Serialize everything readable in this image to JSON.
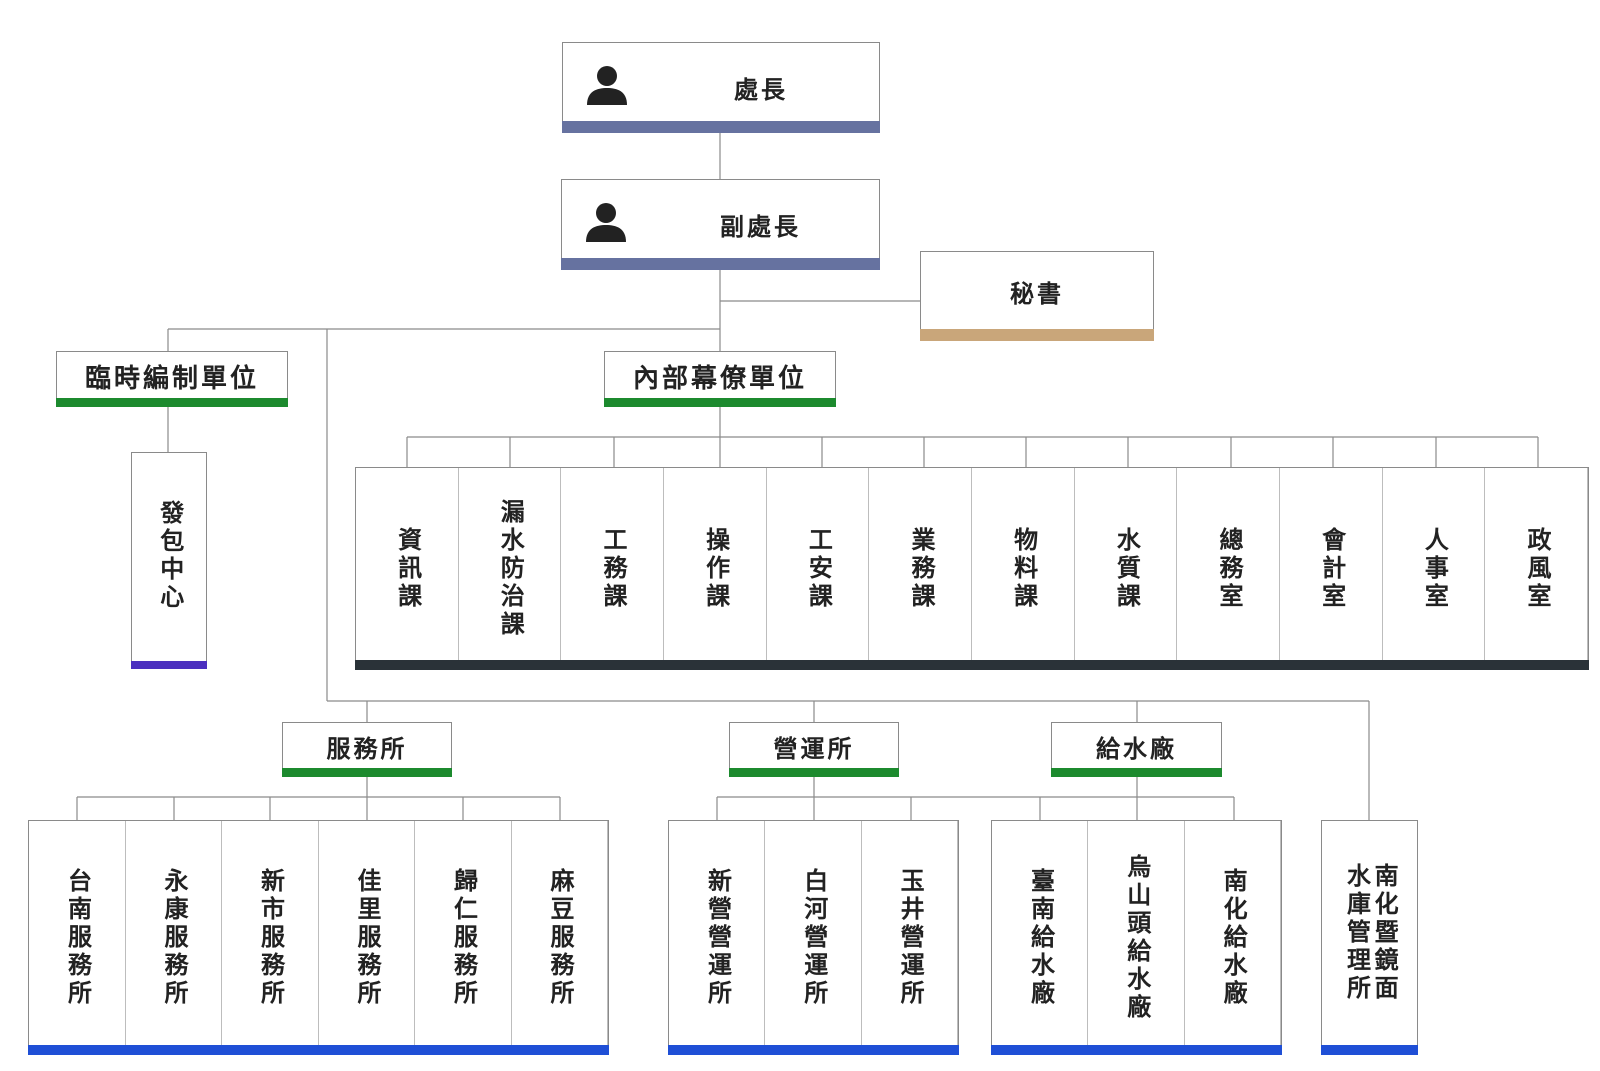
{
  "colors": {
    "head_bar": "#6672a0",
    "secretary_bar": "#c9a67a",
    "group_bar": "#1c8a2e",
    "contract_bar": "#4b2fbf",
    "internal_bar": "#2a3238",
    "branch_bar": "#1f4fd6",
    "line": "#8a8a8a"
  },
  "director": {
    "title": "處長",
    "icon": "person-icon"
  },
  "deputy": {
    "title": "副處長",
    "icon": "person-icon"
  },
  "secretary": {
    "title": "秘書"
  },
  "temp_unit": {
    "title": "臨時編制單位",
    "children": [
      "發包中心"
    ]
  },
  "internal_unit": {
    "title": "內部幕僚單位",
    "children": [
      "資訊課",
      "漏水防治課",
      "工務課",
      "操作課",
      "工安課",
      "業務課",
      "物料課",
      "水質課",
      "總務室",
      "會計室",
      "人事室",
      "政風室"
    ]
  },
  "service_office": {
    "title": "服務所",
    "children": [
      "台南服務所",
      "永康服務所",
      "新市服務所",
      "佳里服務所",
      "歸仁服務所",
      "麻豆服務所"
    ]
  },
  "operation_office": {
    "title": "營運所",
    "children": [
      "新營營運所",
      "白河營運所",
      "玉井營運所"
    ]
  },
  "water_plant": {
    "title": "給水廠",
    "children": [
      "臺南給水廠",
      "烏山頭給水廠",
      "南化給水廠"
    ]
  },
  "reservoir": {
    "title": "南化暨鏡面水庫管理所"
  }
}
